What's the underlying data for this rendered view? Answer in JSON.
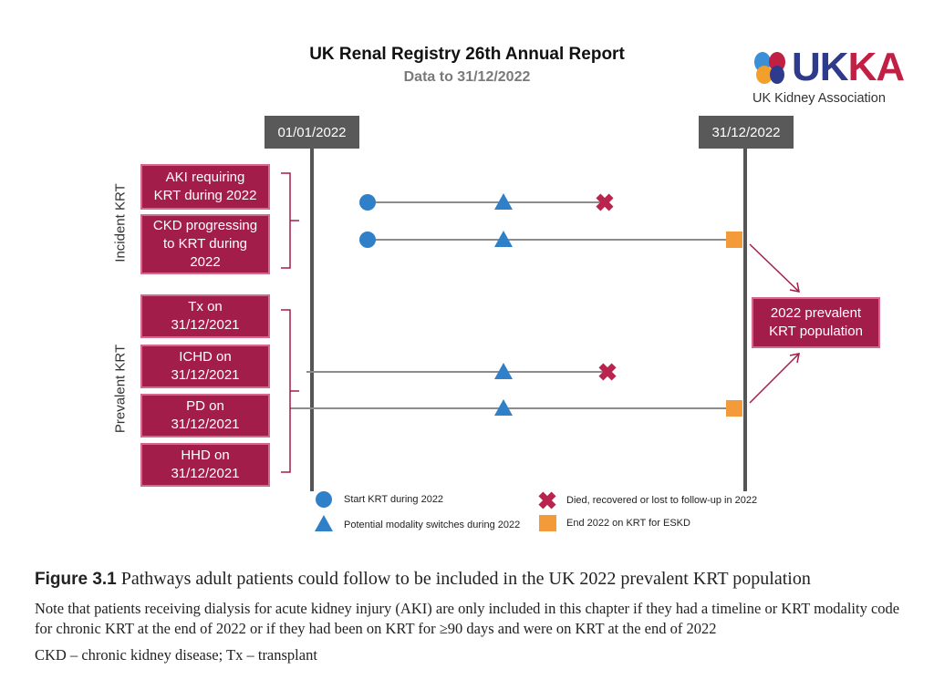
{
  "header": {
    "title": "UK Renal Registry 26th Annual Report",
    "subtitle": "Data to 31/12/2022"
  },
  "logo": {
    "wordmark_left": "UK",
    "wordmark_right": "KA",
    "tagline": "UK Kidney Association",
    "colors": {
      "blue": "#2e3a8c",
      "red": "#c21f45",
      "orange": "#f3a02b",
      "lightblue": "#3a8fd6"
    }
  },
  "diagram": {
    "start_date": "01/01/2022",
    "end_date": "31/12/2022",
    "groups": {
      "incident": "Incident KRT",
      "prevalent": "Prevalent KRT"
    },
    "boxes": {
      "aki": "AKI requiring\nKRT during 2022",
      "ckd": "CKD progressing\nto KRT during\n2022",
      "tx": "Tx on\n31/12/2021",
      "ichd": "ICHD on\n31/12/2021",
      "pd": "PD on\n31/12/2021",
      "hhd": "HHD on\n31/12/2021"
    },
    "result": "2022 prevalent\nKRT population",
    "colors": {
      "box": "#a31d4a",
      "circle": "#2f80c9",
      "triangle": "#2f80c9",
      "cross": "#b8244d",
      "square": "#f39b3a",
      "timeline": "#555555"
    }
  },
  "legend": {
    "start": "Start KRT during 2022",
    "switch": "Potential modality switches during 2022",
    "died": "Died, recovered or lost to follow-up in 2022",
    "end": "End 2022 on KRT for ESKD"
  },
  "caption": {
    "label": "Figure 3.1",
    "title": " Pathways adult patients could follow to be included in the UK 2022 prevalent KRT population",
    "note": "Note that patients receiving dialysis for acute kidney injury (AKI) are only included in this chapter if they had a timeline or KRT modality code for chronic KRT at the end of 2022 or if they had been on KRT for ≥90 days and were on KRT at the end of 2022",
    "abbreviations": "CKD – chronic kidney disease; Tx – transplant"
  }
}
